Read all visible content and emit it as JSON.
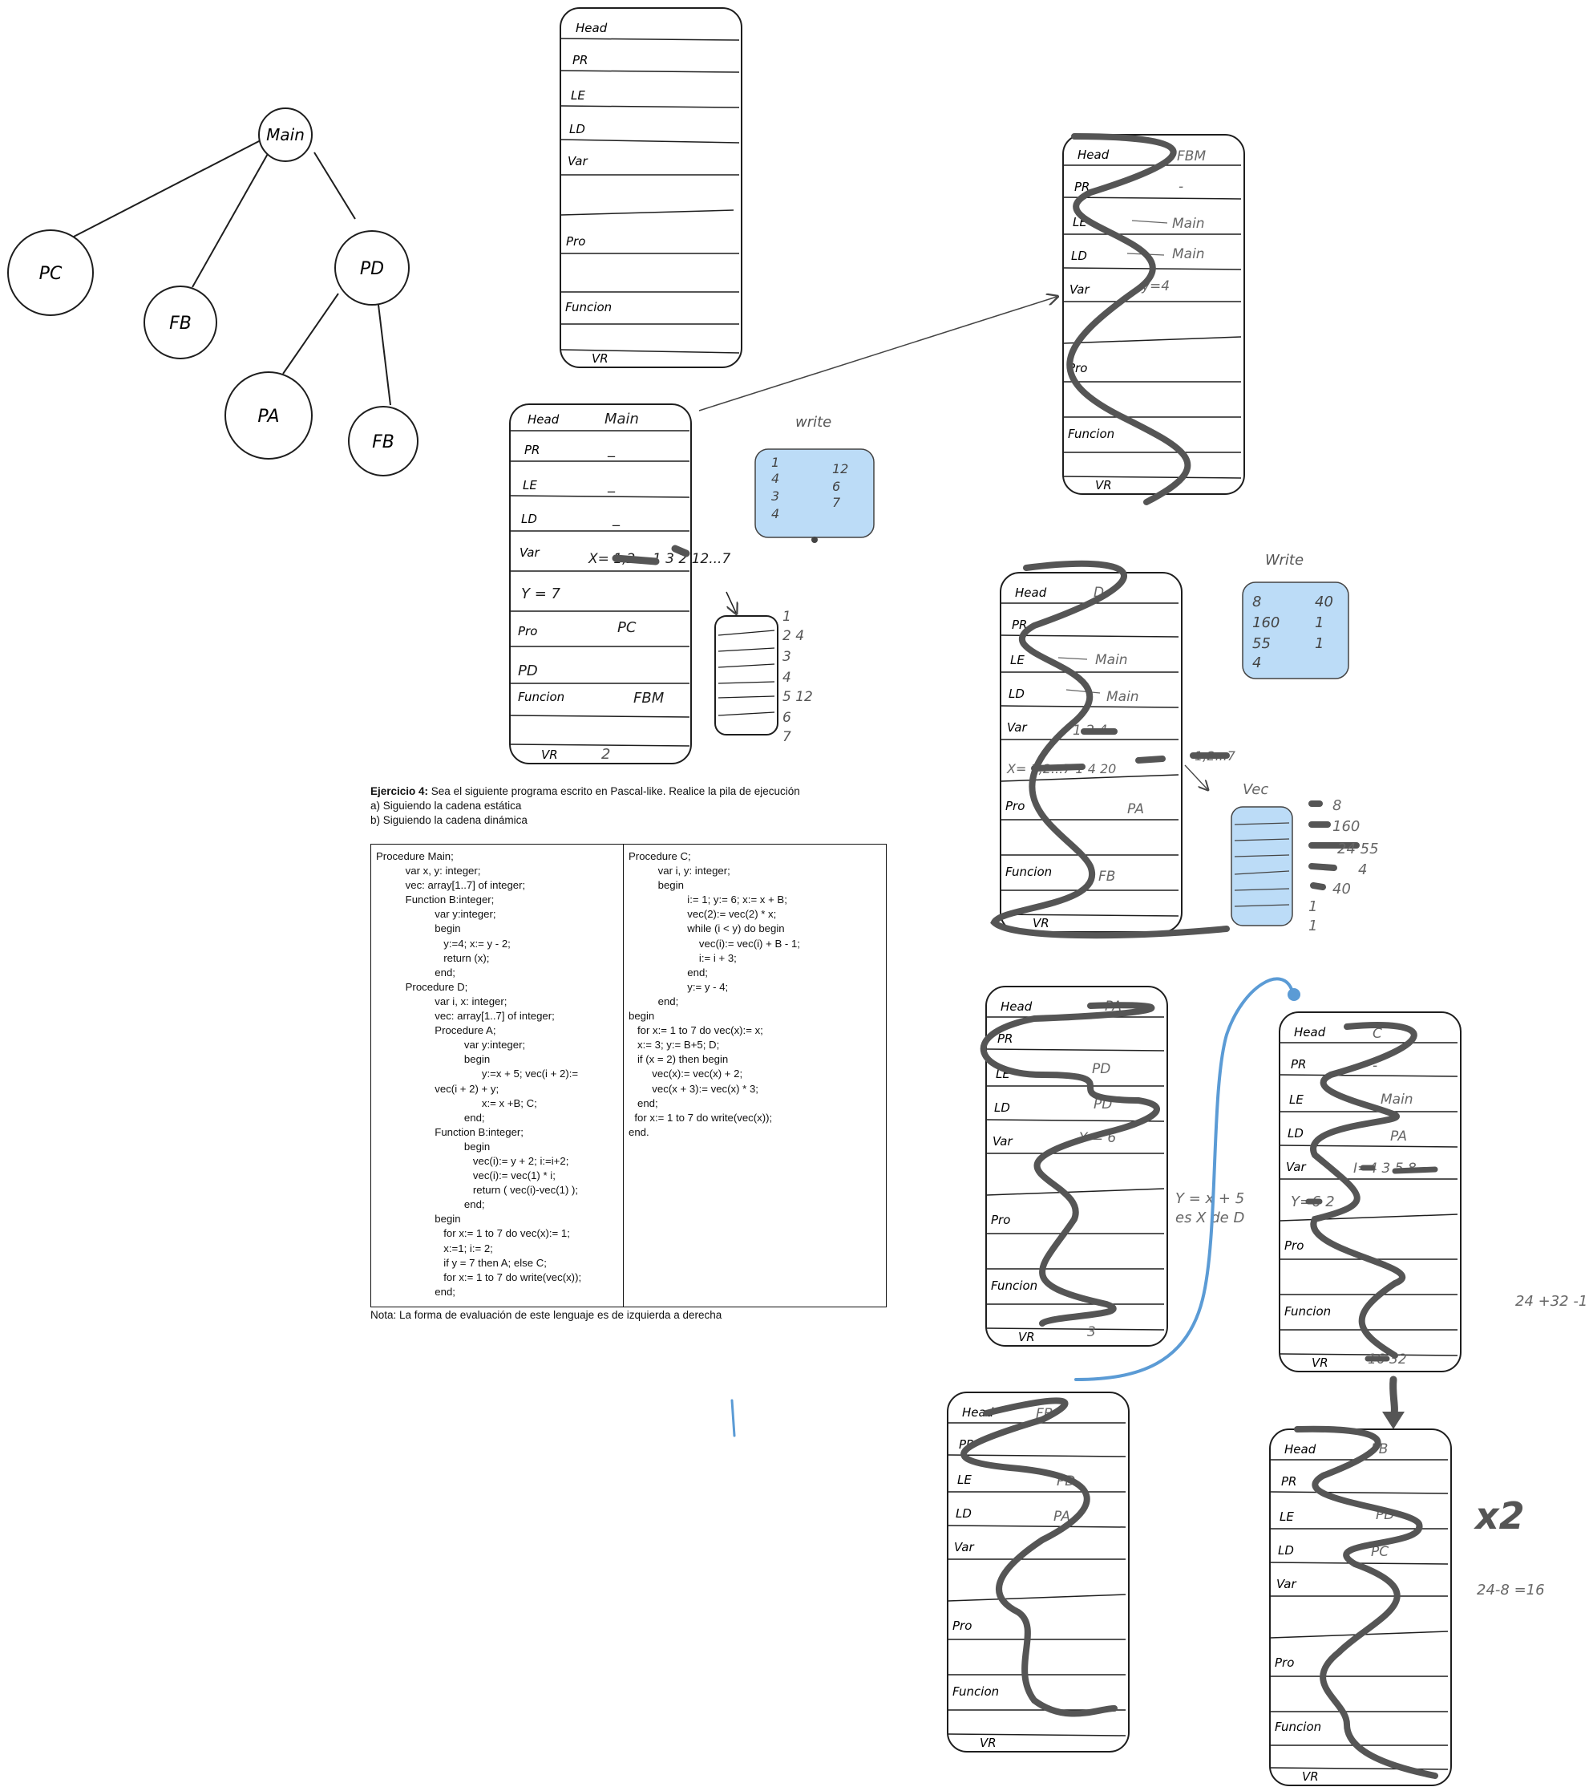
{
  "tree": {
    "nodes": [
      {
        "id": "main",
        "label": "Main"
      },
      {
        "id": "pc",
        "label": "PC"
      },
      {
        "id": "fb1",
        "label": "FB"
      },
      {
        "id": "pd",
        "label": "PD"
      },
      {
        "id": "pa",
        "label": "PA"
      },
      {
        "id": "fb2",
        "label": "FB"
      }
    ]
  },
  "frame_labels": {
    "head": "Head",
    "pr": "PR",
    "le": "LE",
    "ld": "LD",
    "var": "Var",
    "pro": "Pro",
    "funcion": "Funcion",
    "vr": "VR"
  },
  "frames": {
    "template": {},
    "main": {
      "head": "Main",
      "pr": "_",
      "le": "_",
      "ld": "_",
      "var_x": "X= 1,2... 1 3 2 12...7",
      "var_y": "Y = 7",
      "pro": "PC",
      "pro2": "PD",
      "funcion": "FBM",
      "vr": "2"
    },
    "fbm": {
      "head": "FBM",
      "pr": "-",
      "le": "Main",
      "ld": "Main",
      "var": "y=4"
    },
    "d": {
      "head": "D",
      "le": "Main",
      "ld": "Main",
      "var": "1 2 4",
      "var_x": "X= 1,2...7 1 4 20",
      "pro": "PA",
      "funcion": "FB"
    },
    "pa": {
      "head": "PA",
      "le": "PD",
      "ld": "PD",
      "var": "Y = 6",
      "vr": "3"
    },
    "c": {
      "head": "C",
      "pr": "-",
      "le": "Main",
      "ld": "PA",
      "var": "I=4 3 5 8",
      "var_y": "Y=6 2",
      "vr": "16 32"
    },
    "fb_pd": {
      "head": "FB",
      "le": "PD",
      "ld": "PA"
    },
    "fb_pc": {
      "head": "FB",
      "le": "PD",
      "ld": "PC"
    }
  },
  "write1": {
    "title": "write",
    "col1": [
      "1",
      "4",
      "3",
      "4"
    ],
    "col2": [
      "12",
      "6",
      "7"
    ]
  },
  "write2": {
    "title": "Write",
    "col1": [
      "8",
      "160",
      "55",
      "4"
    ],
    "col2": [
      "40",
      "1",
      "1"
    ]
  },
  "main_vec": {
    "values": [
      "1",
      "2 4",
      "3",
      "4",
      "5 12",
      "6",
      "7"
    ]
  },
  "d_vec": {
    "title": "Vec",
    "range": "1,2...7",
    "values": [
      "8",
      "160",
      "24 55",
      "4",
      "40",
      "1",
      "1"
    ]
  },
  "notes": {
    "y_eq": "Y = x + 5",
    "es_x": "es X de D",
    "calc1": "24 +32 -1",
    "x2": "x2",
    "calc2": "24-8 =16"
  },
  "problem": {
    "title_bold": "Ejercicio 4:",
    "title_rest": " Sea el siguiente programa escrito en Pascal-like. Realice la pila de ejecución",
    "a": "a) Siguiendo la cadena estática",
    "b": "b) Siguiendo la cadena dinámica",
    "left_code": [
      "Procedure Main;",
      "          var x, y: integer;",
      "          vec: array[1..7] of integer;",
      "          Function B:integer;",
      "                    var y:integer;",
      "                    begin",
      "                       y:=4; x:= y - 2;",
      "                       return (x);",
      "                    end;",
      "          Procedure D;",
      "                    var i, x: integer;",
      "                    vec: array[1..7] of integer;",
      "                    Procedure A;",
      "                              var y:integer;",
      "                              begin",
      "                                    y:=x + 5; vec(i + 2):=",
      "                    vec(i + 2) + y;",
      "                                    x:= x +B; C;",
      "                              end;",
      "                    Function B:integer;",
      "                              begin",
      "                                 vec(i):= y + 2; i:=i+2;",
      "                                 vec(i):= vec(1) * i;",
      "                                 return ( vec(i)-vec(1) );",
      "                              end;",
      "                    begin",
      "                       for x:= 1 to 7 do vec(x):= 1;",
      "                       x:=1; i:= 2;",
      "                       if y = 7 then A; else C;",
      "                       for x:= 1 to 7 do write(vec(x));",
      "                    end;"
    ],
    "right_code": [
      "Procedure C;",
      "          var i, y: integer;",
      "          begin",
      "                    i:= 1; y:= 6; x:= x + B;",
      "                    vec(2):= vec(2) * x;",
      "                    while (i < y) do begin",
      "                        vec(i):= vec(i) + B - 1;",
      "                        i:= i + 3;",
      "                    end;",
      "                    y:= y - 4;",
      "          end;",
      "begin",
      "   for x:= 1 to 7 do vec(x):= x;",
      "   x:= 3; y:= B+5; D;",
      "   if (x = 2) then begin",
      "        vec(x):= vec(x) + 2;",
      "        vec(x + 3):= vec(x) * 3;",
      "   end;",
      "  for x:= 1 to 7 do write(vec(x));",
      "end."
    ],
    "note": "Nota: La forma de evaluación de este lenguaje es de izquierda a derecha"
  }
}
